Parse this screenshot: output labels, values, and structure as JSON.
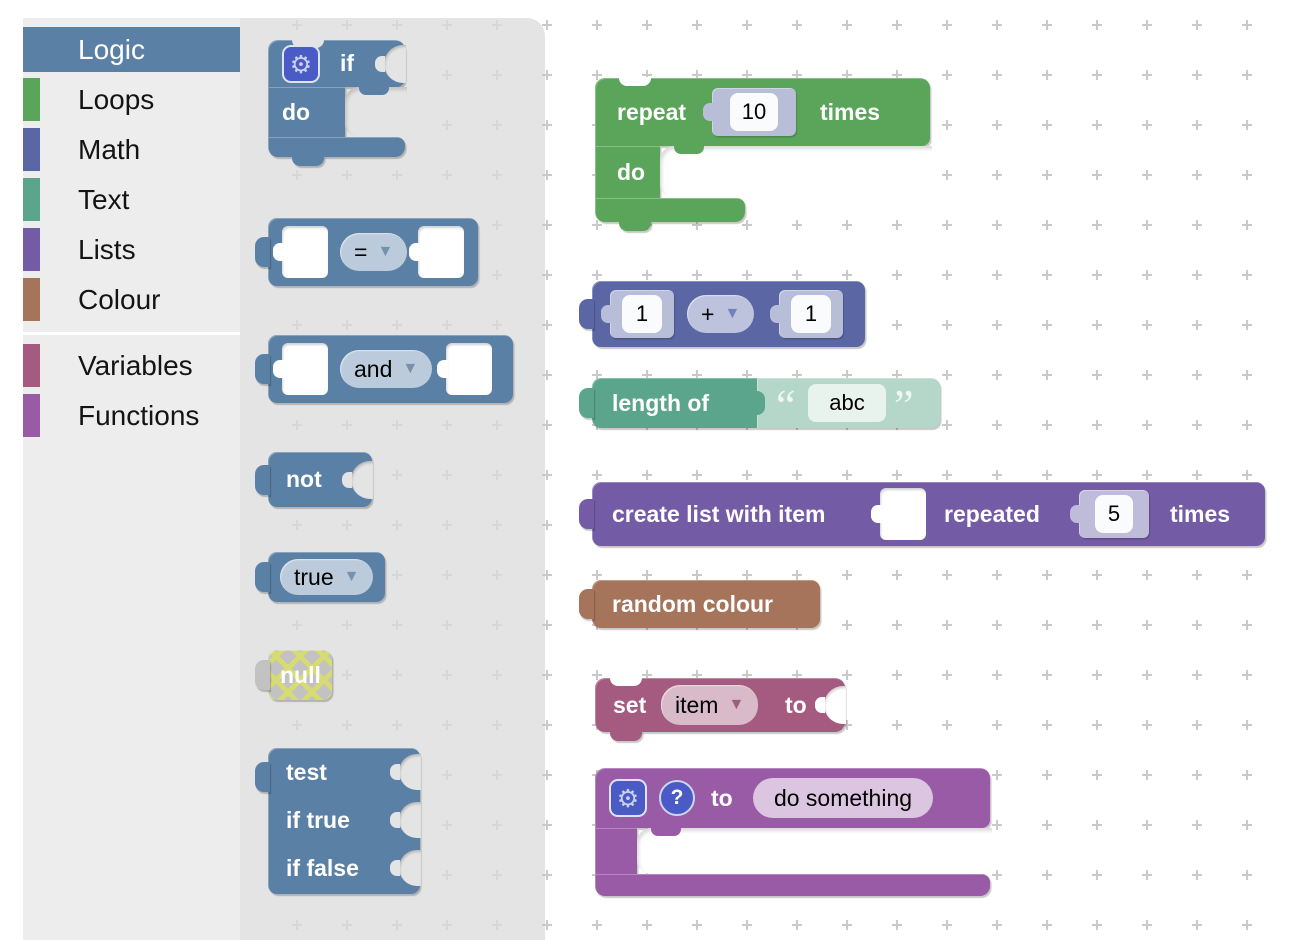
{
  "colors": {
    "logic": "#5b80a5",
    "loops": "#5ba55b",
    "math": "#5b67a5",
    "text": "#5ba58c",
    "lists": "#745ba5",
    "colour": "#a5745b",
    "variables": "#a55b80",
    "functions": "#995ba5",
    "workspace_background": "#ffffff",
    "flyout_background": "#e4e4e4",
    "toolbox_background": "#ededed",
    "grid_cross": "#c8c8c8"
  },
  "icons": {
    "gear": "⚙",
    "help": "?",
    "dropdown_arrow": "▼"
  },
  "toolbox": {
    "categories": [
      {
        "label": "Logic",
        "color": "#5b80a5",
        "selected": true
      },
      {
        "label": "Loops",
        "color": "#5ba55b",
        "selected": false
      },
      {
        "label": "Math",
        "color": "#5b67a5",
        "selected": false
      },
      {
        "label": "Text",
        "color": "#5ba58c",
        "selected": false
      },
      {
        "label": "Lists",
        "color": "#745ba5",
        "selected": false
      },
      {
        "label": "Colour",
        "color": "#a5745b",
        "selected": false
      },
      {
        "label": "Variables",
        "color": "#a55b80",
        "selected": false
      },
      {
        "label": "Functions",
        "color": "#995ba5",
        "selected": false
      }
    ]
  },
  "flyout": {
    "if_block": {
      "if_label": "if",
      "do_label": "do"
    },
    "compare_block": {
      "operator": "="
    },
    "and_block": {
      "operator": "and"
    },
    "not_block": {
      "label": "not"
    },
    "boolean_block": {
      "value": "true"
    },
    "null_block": {
      "label": "null"
    },
    "ternary_block": {
      "test_label": "test",
      "if_true_label": "if true",
      "if_false_label": "if false"
    }
  },
  "workspace": {
    "repeat_block": {
      "repeat_label": "repeat",
      "count": "10",
      "times_label": "times",
      "do_label": "do"
    },
    "arithmetic_block": {
      "left_value": "1",
      "operator": "+",
      "right_value": "1"
    },
    "length_block": {
      "label": "length of",
      "text_value": "abc",
      "open_quote": "“",
      "close_quote": "”"
    },
    "list_repeat_block": {
      "create_label": "create list with item",
      "repeated_label": "repeated",
      "count": "5",
      "times_label": "times"
    },
    "random_colour_block": {
      "label": "random colour"
    },
    "set_variable_block": {
      "set_label": "set",
      "variable": "item",
      "to_label": "to"
    },
    "function_block": {
      "to_label": "to",
      "name": "do something"
    }
  }
}
